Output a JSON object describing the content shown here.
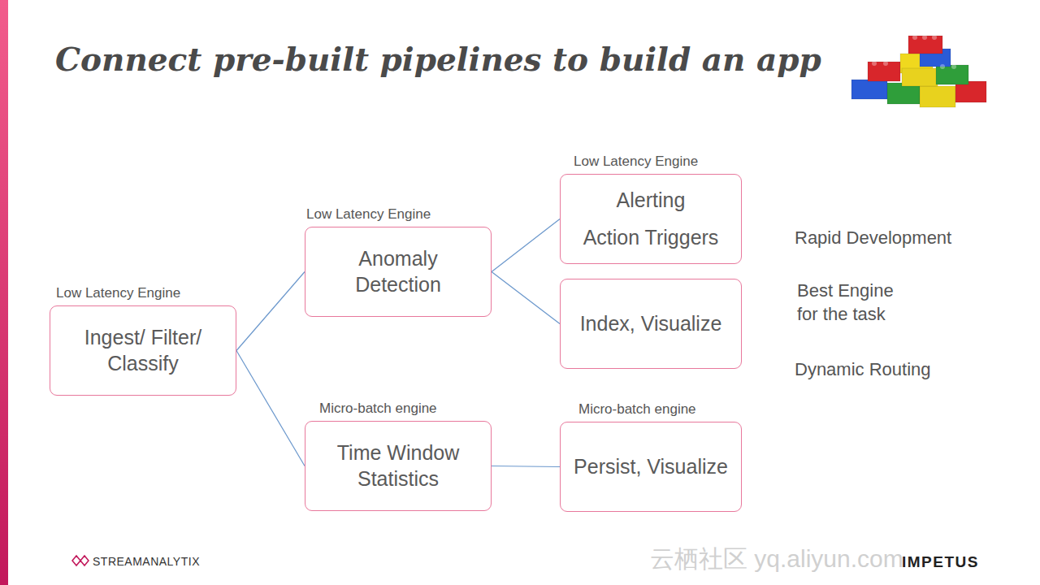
{
  "diagram": {
    "title": "Connect pre-built pipelines to build an app",
    "nodes": [
      {
        "text": [
          "Low Latency Engine",
          "Ingest/ Filter/ Classify"
        ]
      },
      {
        "text": [
          "Low Latency Engine",
          "Anomaly Detection"
        ]
      },
      {
        "text": [
          "Micro-batch engine",
          "Time Window Statistics"
        ]
      },
      {
        "text": [
          "Low Latency Engine",
          "Alerting",
          "Action Triggers"
        ]
      },
      {
        "text": [
          "Index, Visualize"
        ]
      },
      {
        "text": [
          "Micro-batch engine",
          "Persist, Visualize"
        ]
      }
    ],
    "edges": [
      {
        "from": 0,
        "to": 1,
        "arrow": "none"
      },
      {
        "from": 0,
        "to": 2,
        "arrow": "none"
      },
      {
        "from": 1,
        "to": 3,
        "arrow": "none"
      },
      {
        "from": 1,
        "to": 4,
        "arrow": "none"
      },
      {
        "from": 2,
        "to": 5,
        "arrow": "none"
      }
    ],
    "labels": [
      "Rapid Development",
      "Best Engine for the task",
      "Dynamic Routing",
      "STREAMANALYTIX",
      "云栖社区 yq.aliyun.com",
      "IMPETUS"
    ]
  }
}
